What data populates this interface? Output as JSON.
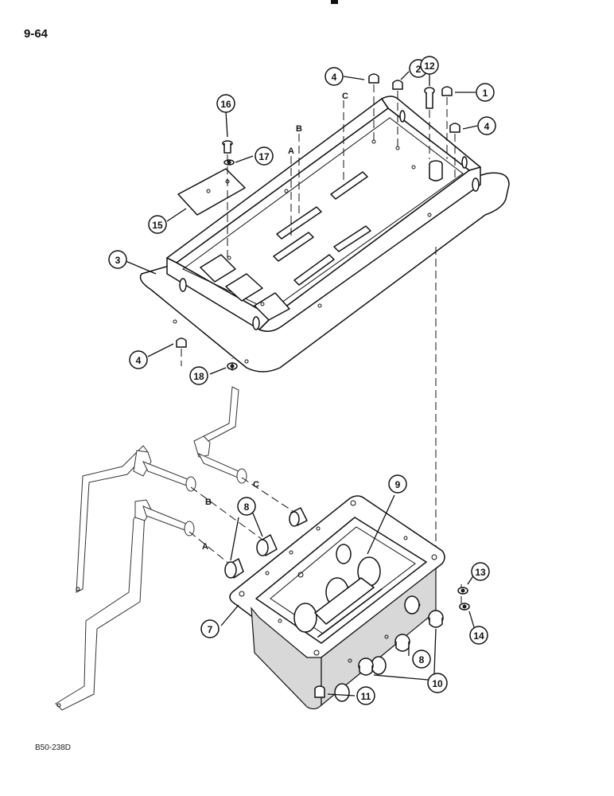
{
  "page_number": "9-64",
  "figure_code": "B50-238D",
  "callouts": [
    {
      "id": "c1",
      "label": "1"
    },
    {
      "id": "c2",
      "label": "2"
    },
    {
      "id": "c3",
      "label": "3"
    },
    {
      "id": "c4a",
      "label": "4"
    },
    {
      "id": "c4b",
      "label": "4"
    },
    {
      "id": "c4c",
      "label": "4"
    },
    {
      "id": "c7",
      "label": "7"
    },
    {
      "id": "c8a",
      "label": "8"
    },
    {
      "id": "c8b",
      "label": "8"
    },
    {
      "id": "c9",
      "label": "9"
    },
    {
      "id": "c10",
      "label": "10"
    },
    {
      "id": "c11",
      "label": "11"
    },
    {
      "id": "c12",
      "label": "12"
    },
    {
      "id": "c13",
      "label": "13"
    },
    {
      "id": "c14",
      "label": "14"
    },
    {
      "id": "c15",
      "label": "15"
    },
    {
      "id": "c16",
      "label": "16"
    },
    {
      "id": "c17",
      "label": "17"
    },
    {
      "id": "c18",
      "label": "18"
    }
  ],
  "slot_letters": {
    "upper": [
      "C",
      "B",
      "A"
    ],
    "lower": [
      "C",
      "B",
      "A"
    ]
  }
}
